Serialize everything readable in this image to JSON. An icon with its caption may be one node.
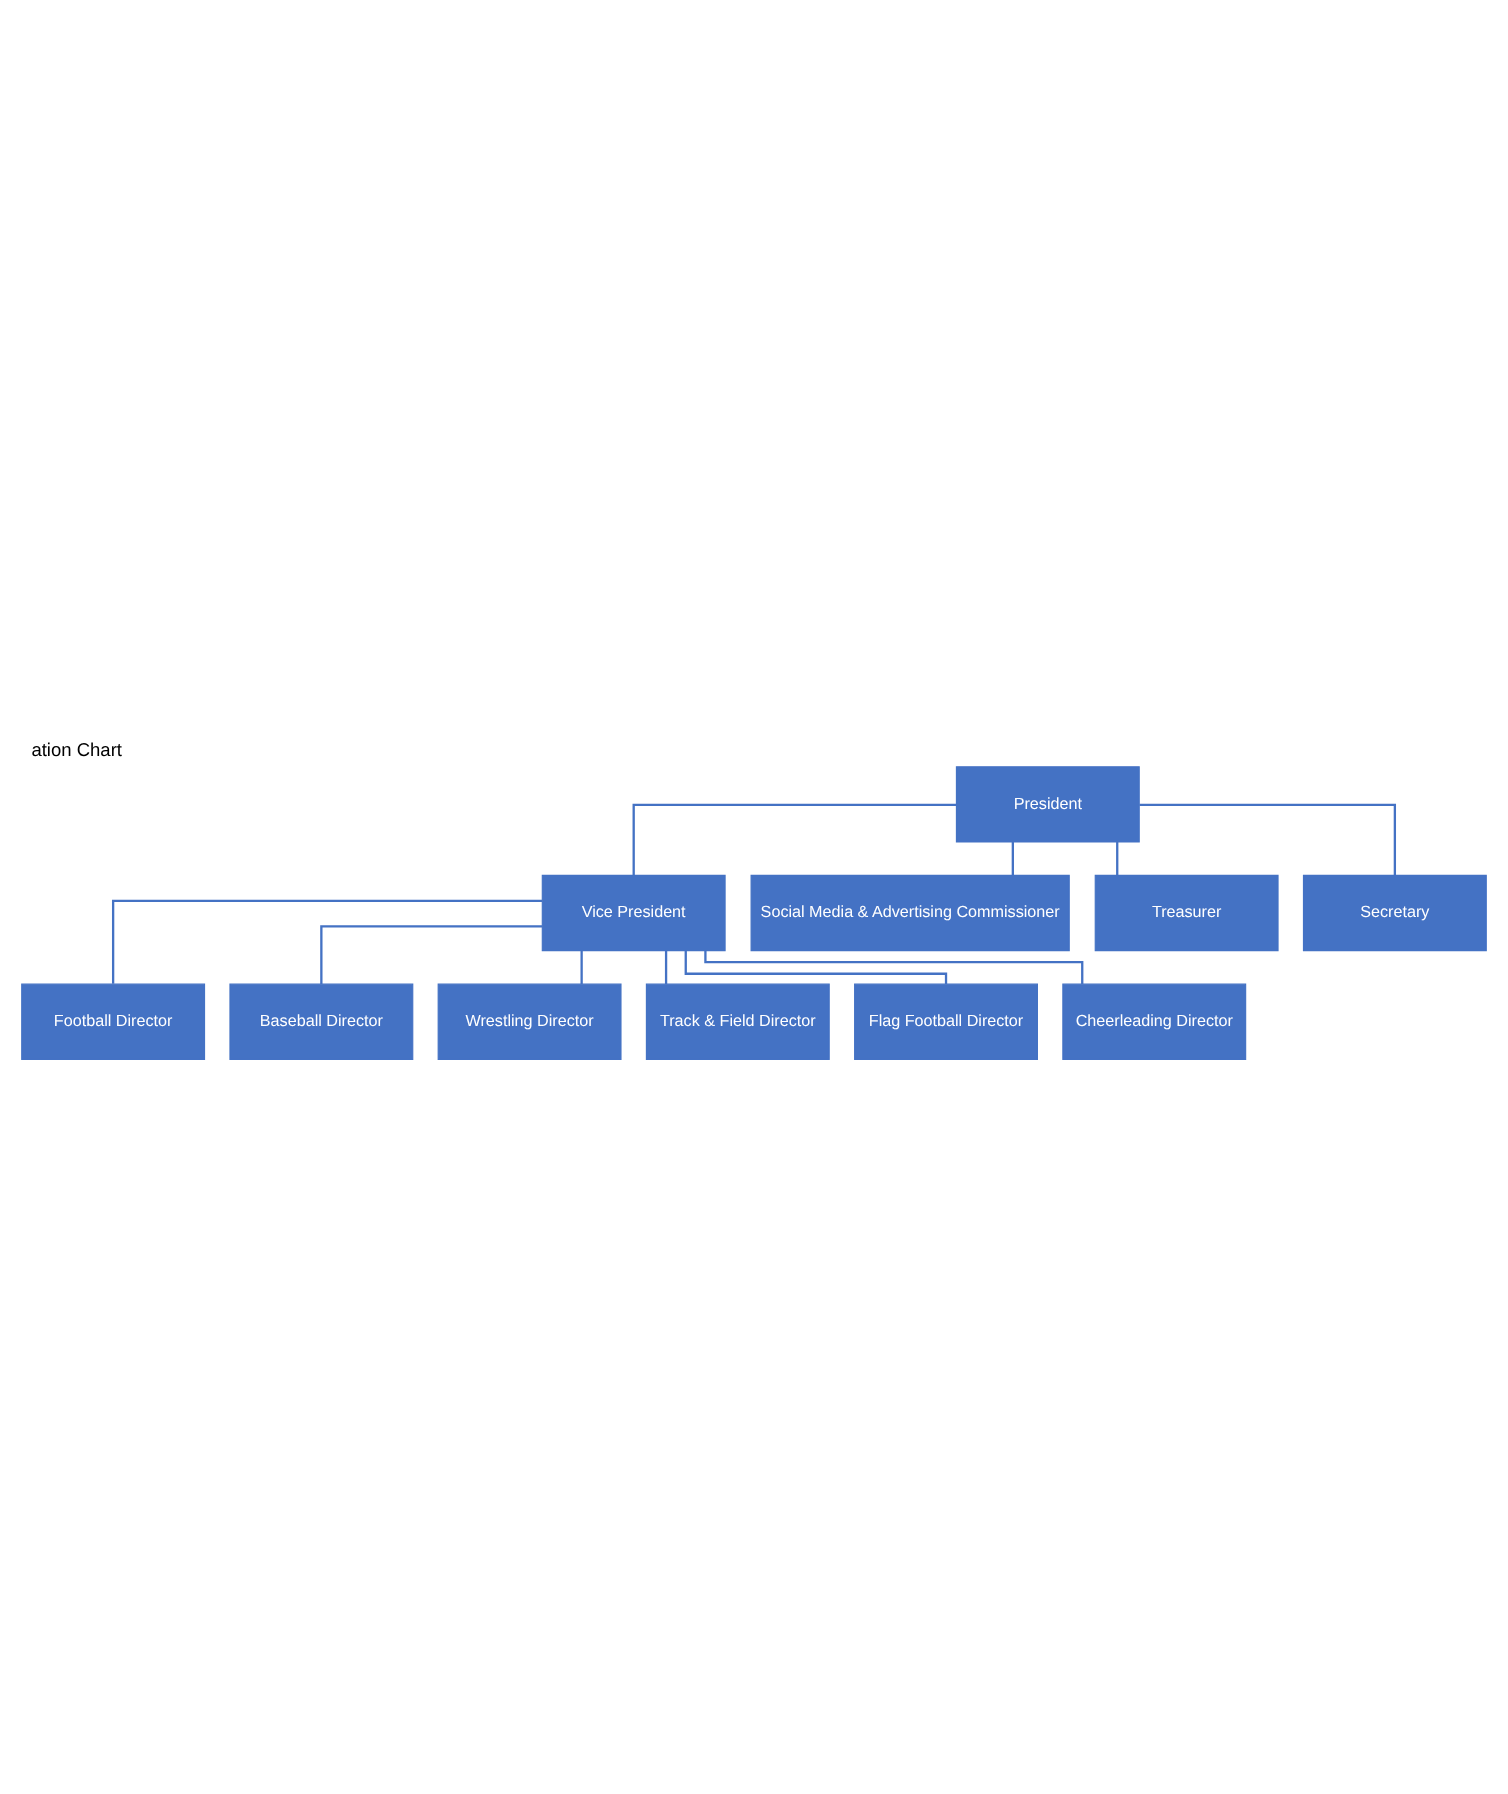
{
  "diagram": {
    "title": "ation Chart",
    "nodes": [
      {
        "text": [
          "President"
        ]
      },
      {
        "text": [
          "Vice President"
        ]
      },
      {
        "text": [
          "Social Media & Advertising Commissioner"
        ]
      },
      {
        "text": [
          "Football Director"
        ]
      },
      {
        "text": [
          "Baseball Director"
        ]
      },
      {
        "text": [
          "Wrestling Director"
        ]
      },
      {
        "text": [
          "Track & Field Director"
        ]
      },
      {
        "text": [
          "Flag Football Director"
        ]
      },
      {
        "text": [
          "Cheerleading Director"
        ]
      },
      {
        "text": [
          "Treasurer"
        ]
      },
      {
        "text": [
          "Secretary"
        ]
      }
    ],
    "edges": [
      {
        "from": 0,
        "to": 1,
        "arrow": "none"
      },
      {
        "from": 0,
        "to": 2,
        "arrow": "none"
      },
      {
        "from": 1,
        "to": 3,
        "arrow": "none"
      },
      {
        "from": 1,
        "to": 4,
        "arrow": "none"
      },
      {
        "from": 1,
        "to": 5,
        "arrow": "none"
      },
      {
        "from": 1,
        "to": 6,
        "arrow": "none"
      },
      {
        "from": 1,
        "to": 7,
        "arrow": "none"
      },
      {
        "from": 1,
        "to": 8,
        "arrow": "none"
      },
      {
        "from": 0,
        "to": 9,
        "arrow": "none"
      },
      {
        "from": 0,
        "to": 10,
        "arrow": "none"
      }
    ]
  }
}
